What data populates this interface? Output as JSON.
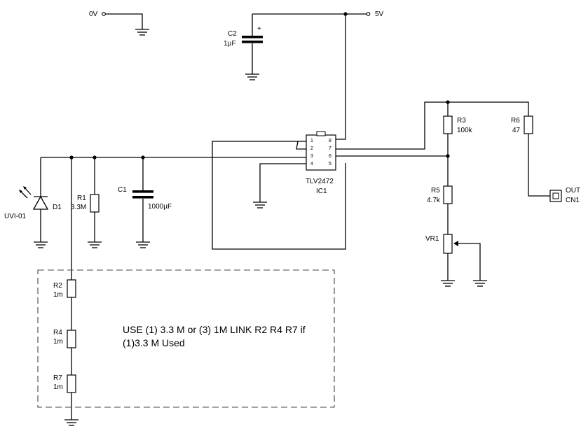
{
  "terminals": {
    "gnd_0v": "0V",
    "vcc_5v": "5V"
  },
  "components": {
    "c2": {
      "ref": "C2",
      "value": "1µF",
      "plus": "+"
    },
    "c1": {
      "ref": "C1",
      "value": "1000µF"
    },
    "r1": {
      "ref": "R1",
      "value": "3.3M"
    },
    "d1": {
      "ref": "D1",
      "name": "UVI-01"
    },
    "r2": {
      "ref": "R2",
      "value": "1m"
    },
    "r4": {
      "ref": "R4",
      "value": "1m"
    },
    "r7": {
      "ref": "R7",
      "value": "1m"
    },
    "r3": {
      "ref": "R3",
      "value": "100k"
    },
    "r5": {
      "ref": "R5",
      "value": "4.7k"
    },
    "r6": {
      "ref": "R6",
      "value": "47"
    },
    "vr1": {
      "ref": "VR1"
    },
    "ic1": {
      "ref": "IC1",
      "part": "TLV2472",
      "pins": [
        "1",
        "2",
        "3",
        "4",
        "8",
        "7",
        "6",
        "5"
      ]
    },
    "cn1": {
      "ref": "CN1",
      "label": "OUT"
    }
  },
  "note": {
    "line1": "USE (1) 3.3 M or (3) 1M LINK R2 R4 R7 if",
    "line2": "(1)3.3 M Used"
  }
}
